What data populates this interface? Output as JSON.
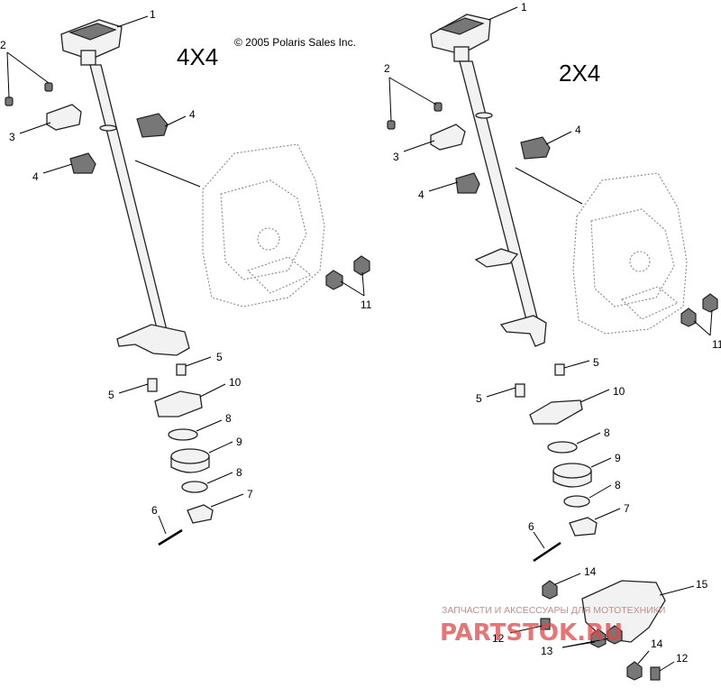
{
  "header": {
    "copyright": "© 2005 Polaris Sales Inc.",
    "label_4x4": "4X4",
    "label_2x4": "2X4"
  },
  "callouts": {
    "left": [
      "1",
      "2",
      "3",
      "4",
      "4",
      "11",
      "5",
      "5",
      "10",
      "8",
      "9",
      "8",
      "7",
      "6"
    ],
    "right": [
      "1",
      "2",
      "3",
      "4",
      "4",
      "11",
      "5",
      "5",
      "10",
      "8",
      "9",
      "8",
      "7",
      "6",
      "14",
      "15",
      "12",
      "13",
      "14",
      "12"
    ]
  },
  "watermark": {
    "tagline": "ЗАПЧАСТИ И АКСЕССУАРЫ ДЛЯ МОТОТЕХНИКИ",
    "logo": "PARTSTOK.RU"
  },
  "colors": {
    "line": "#222222",
    "watermark": "#e04848"
  }
}
